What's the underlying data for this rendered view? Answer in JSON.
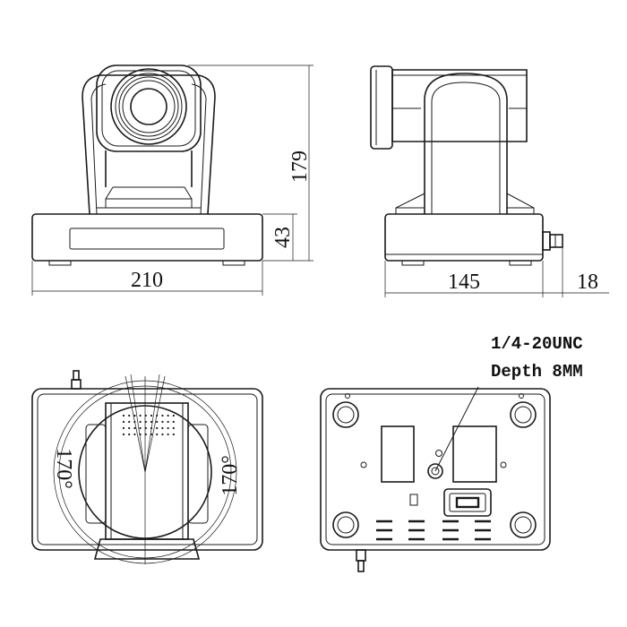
{
  "front_view": {
    "width_label": "210",
    "height_label": "179",
    "base_height_label": "43"
  },
  "side_view": {
    "depth_label": "145",
    "connector_label": "18"
  },
  "top_view": {
    "pan_left_label": "170°",
    "pan_right_label": "170°"
  },
  "bottom_view": {
    "thread_label": "1/4-20UNC",
    "depth_note": "Depth 8MM"
  }
}
